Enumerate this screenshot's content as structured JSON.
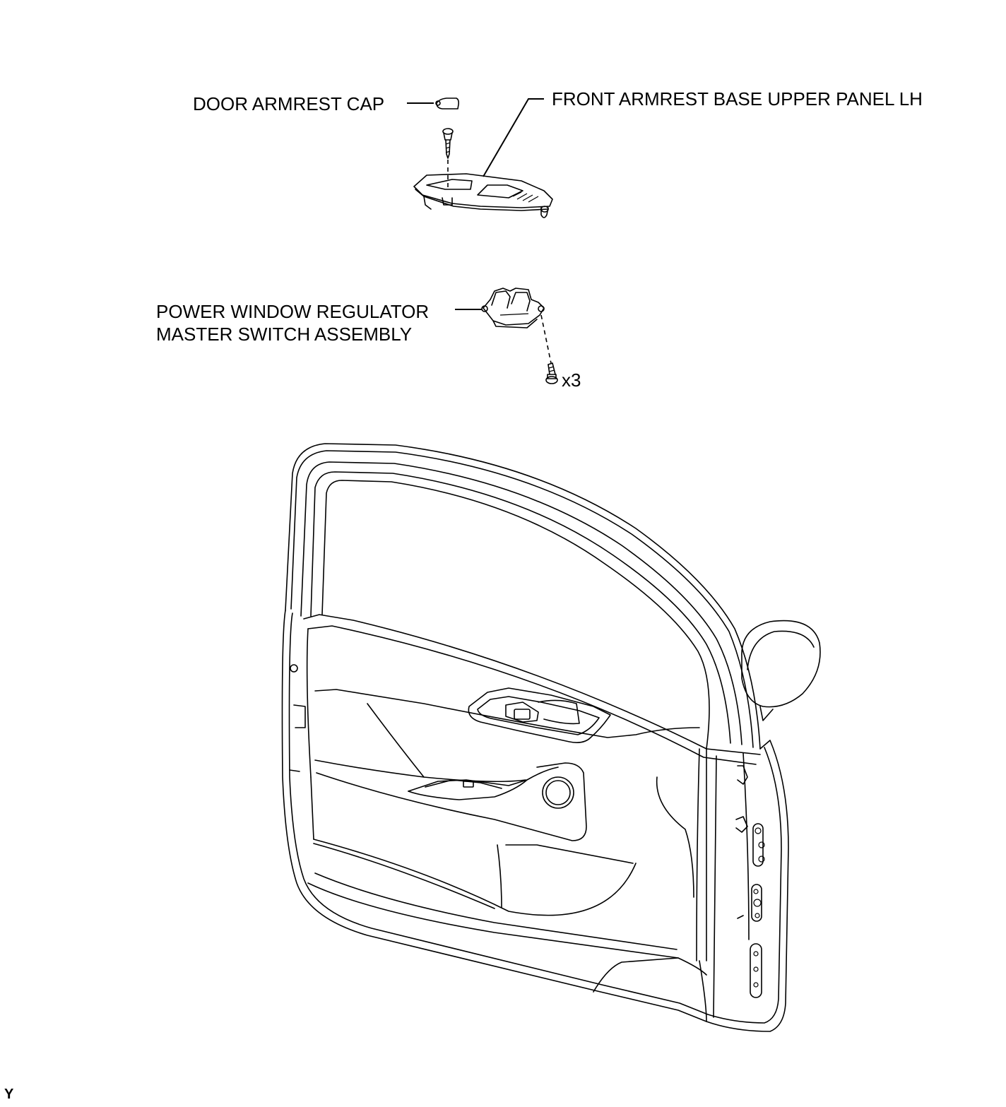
{
  "labels": {
    "door_armrest_cap": "DOOR ARMREST CAP",
    "front_armrest_panel": "FRONT ARMREST BASE UPPER PANEL LH",
    "master_switch_line1": "POWER WINDOW REGULATOR",
    "master_switch_line2": "MASTER SWITCH ASSEMBLY",
    "screw_qty": "x3",
    "figure_code": "Y"
  }
}
